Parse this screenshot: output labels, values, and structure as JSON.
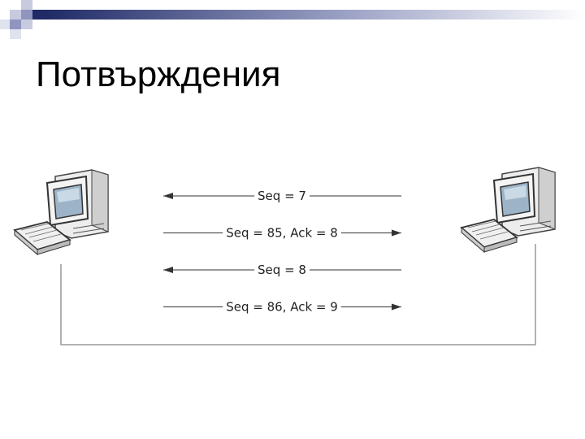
{
  "slide": {
    "title": "Потвърждения"
  },
  "diagram": {
    "messages": [
      {
        "label": "Seq = 7",
        "direction": "left"
      },
      {
        "label": "Seq = 85, Ack = 8",
        "direction": "right"
      },
      {
        "label": "Seq = 8",
        "direction": "left"
      },
      {
        "label": "Seq = 86, Ack = 9",
        "direction": "right"
      }
    ],
    "hosts": [
      {
        "icon": "desktop-computer-icon"
      },
      {
        "icon": "desktop-computer-icon"
      }
    ],
    "colors": {
      "arrow": "#333333",
      "line": "#999999",
      "deco_dark": "#1f2a66",
      "deco_light": "#c8cbe0"
    }
  }
}
